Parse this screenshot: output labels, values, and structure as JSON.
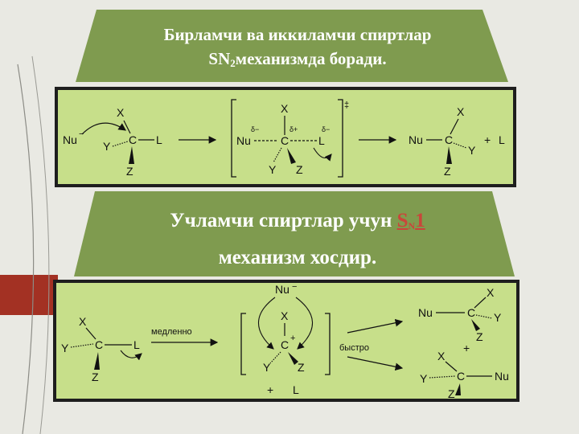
{
  "slide": {
    "banner1": {
      "line1": "Бирламчи ва иккиламчи спиртлар",
      "line2_pre": "SN",
      "line2_sub": "2",
      "line2_post": "механизмда боради."
    },
    "banner2": {
      "line1_pre": "Учламчи спиртлар учун ",
      "link_main": "S",
      "link_sub": "N",
      "link_post": "1",
      "line2": "механизм хосдир."
    }
  },
  "sn2": {
    "reactant": {
      "nu": "Nu",
      "nu_charge": "−",
      "x": "X",
      "y": "Y",
      "c": "C",
      "l": "L",
      "z": "Z"
    },
    "ts": {
      "nu": "Nu",
      "c": "C",
      "l": "L",
      "x": "X",
      "y": "Y",
      "z": "Z",
      "delta_nu": "δ−",
      "delta_c": "δ+",
      "delta_l": "δ−",
      "dagger": "‡"
    },
    "product": {
      "nu": "Nu",
      "c": "C",
      "x": "X",
      "y": "Y",
      "z": "Z",
      "plus": "+",
      "l": "L"
    }
  },
  "sn1": {
    "reactant": {
      "x": "X",
      "y": "Y",
      "c": "C",
      "l": "L",
      "z": "Z"
    },
    "slow_label": "медленно",
    "carbocation": {
      "nu_top": "Nu",
      "nu_charge": "−",
      "x": "X",
      "c": "C",
      "charge": "+",
      "y": "Y",
      "z": "Z"
    },
    "leaving": {
      "plus": "+",
      "l": "L"
    },
    "fast_label": "быстро",
    "product_top": {
      "nu": "Nu",
      "c": "C",
      "x": "X",
      "y": "Y",
      "z": "Z"
    },
    "plus_mid": "+",
    "product_bottom": {
      "x": "X",
      "y": "Y",
      "c": "C",
      "nu": "Nu",
      "z": "Z"
    }
  },
  "colors": {
    "banner": "#7f9b4f",
    "panel": "#c7df8a",
    "link": "#c9463a",
    "accent_red": "#a33123",
    "background": "#e9e9e3"
  }
}
